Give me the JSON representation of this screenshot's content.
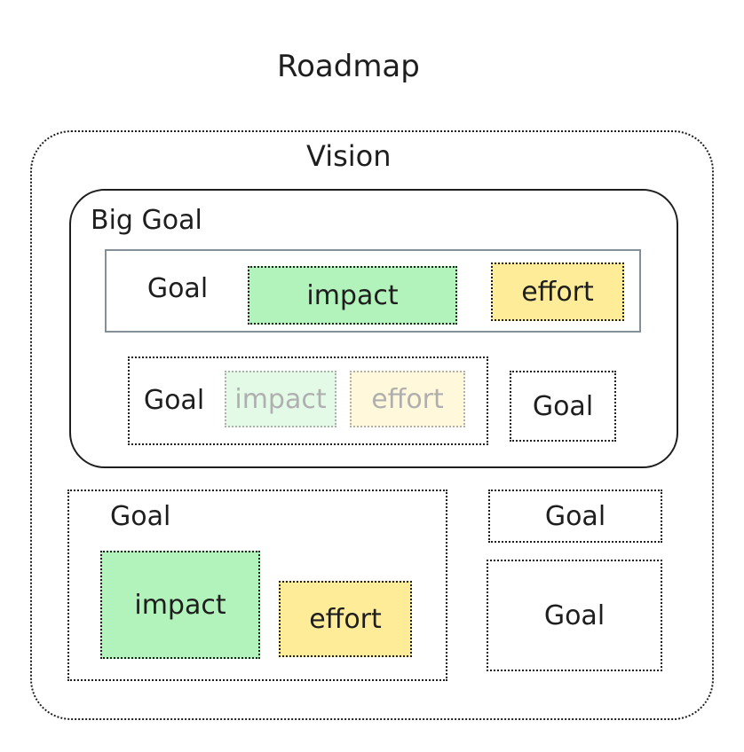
{
  "title": "Roadmap",
  "vision": {
    "label": "Vision"
  },
  "big_goal": {
    "label": "Big Goal",
    "row1": {
      "goal": "Goal",
      "impact": "impact",
      "effort": "effort"
    },
    "row2": {
      "goal": "Goal",
      "impact": "impact",
      "effort": "effort"
    },
    "side_goal": "Goal"
  },
  "bottom_goal": {
    "label": "Goal",
    "impact": "impact",
    "effort": "effort"
  },
  "right_goals": [
    "Goal",
    "Goal"
  ],
  "colors": {
    "stroke": "#1e1e1e",
    "impact": "#b2f2bb",
    "effort": "#ffec99",
    "frame": "#868e96"
  }
}
